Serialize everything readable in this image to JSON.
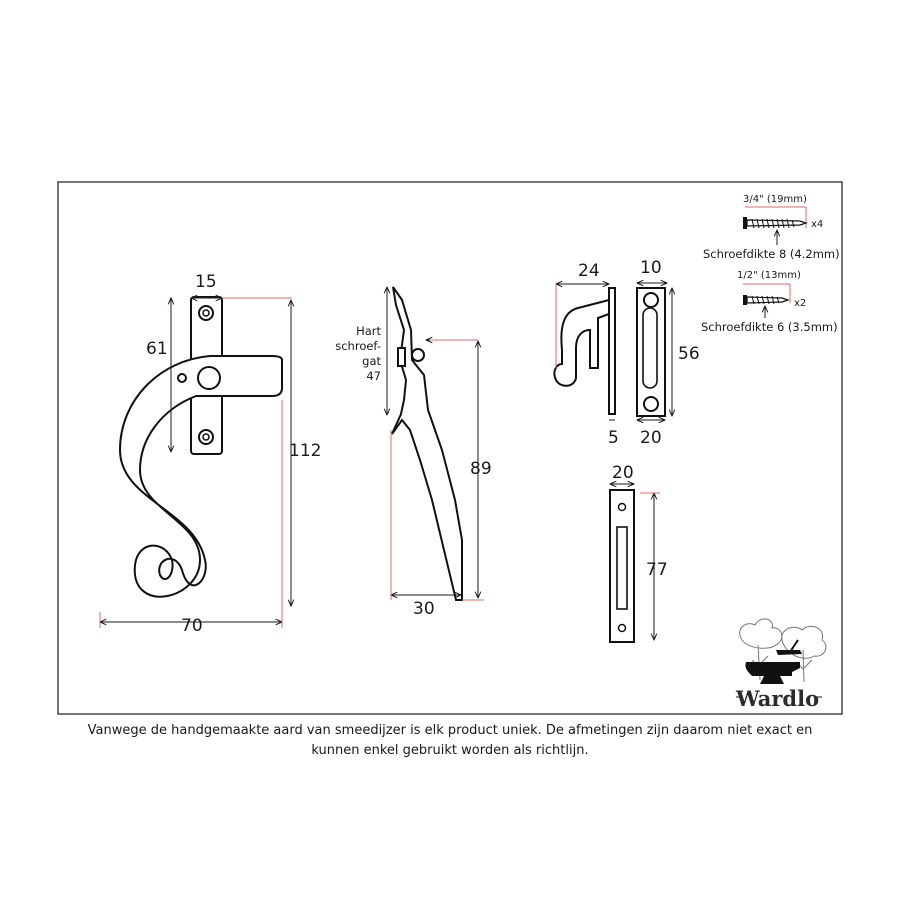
{
  "handle": {
    "width_label": "15",
    "plate_label": "61",
    "height_label": "112",
    "length_label": "70"
  },
  "profile": {
    "center_label_line1": "Hart",
    "center_label_line2": "schroef-",
    "center_label_line3": "gat",
    "center_value": "47",
    "height_label": "89",
    "depth_label": "30"
  },
  "hook": {
    "depth_label": "24",
    "thickness_label": "5",
    "plate_width_top": "10",
    "plate_height": "56",
    "plate_width_bottom": "20"
  },
  "keep": {
    "width_label": "20",
    "height_label": "77"
  },
  "screws": {
    "large_size": "3/4\" (19mm)",
    "large_count": "x4",
    "large_gauge": "Schroefdikte 8 (4.2mm)",
    "small_size": "1/2\" (13mm)",
    "small_count": "x2",
    "small_gauge": "Schroefdikte 6 (3.5mm)"
  },
  "brand": {
    "name": "Wardlo"
  },
  "footer": {
    "line1": "Vanwege de handgemaakte aard van smeedijzer is elk product uniek. De afmetingen zijn daarom niet exact en",
    "line2": "kunnen enkel gebruikt worden als richtlijn."
  }
}
